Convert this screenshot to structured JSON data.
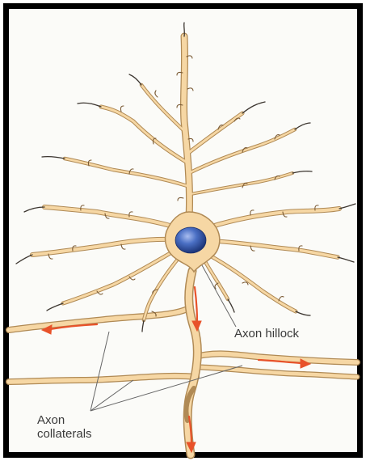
{
  "diagram": {
    "labels": {
      "axon_hillock": "Axon hillock",
      "axon_collaterals_line1": "Axon",
      "axon_collaterals_line2": "collaterals"
    },
    "colors": {
      "frame": "#000000",
      "background": "#fbfbf8",
      "neuron_fill": "#f6d7a4",
      "neuron_outline": "#b08a55",
      "nucleus": "#3f63b8",
      "dendrite_tips": "#3b352f",
      "arrow": "#e8522a",
      "leader_line": "#666666"
    },
    "icons": [
      "neuron-icon",
      "nucleus-icon",
      "direction-arrow-icon"
    ]
  }
}
